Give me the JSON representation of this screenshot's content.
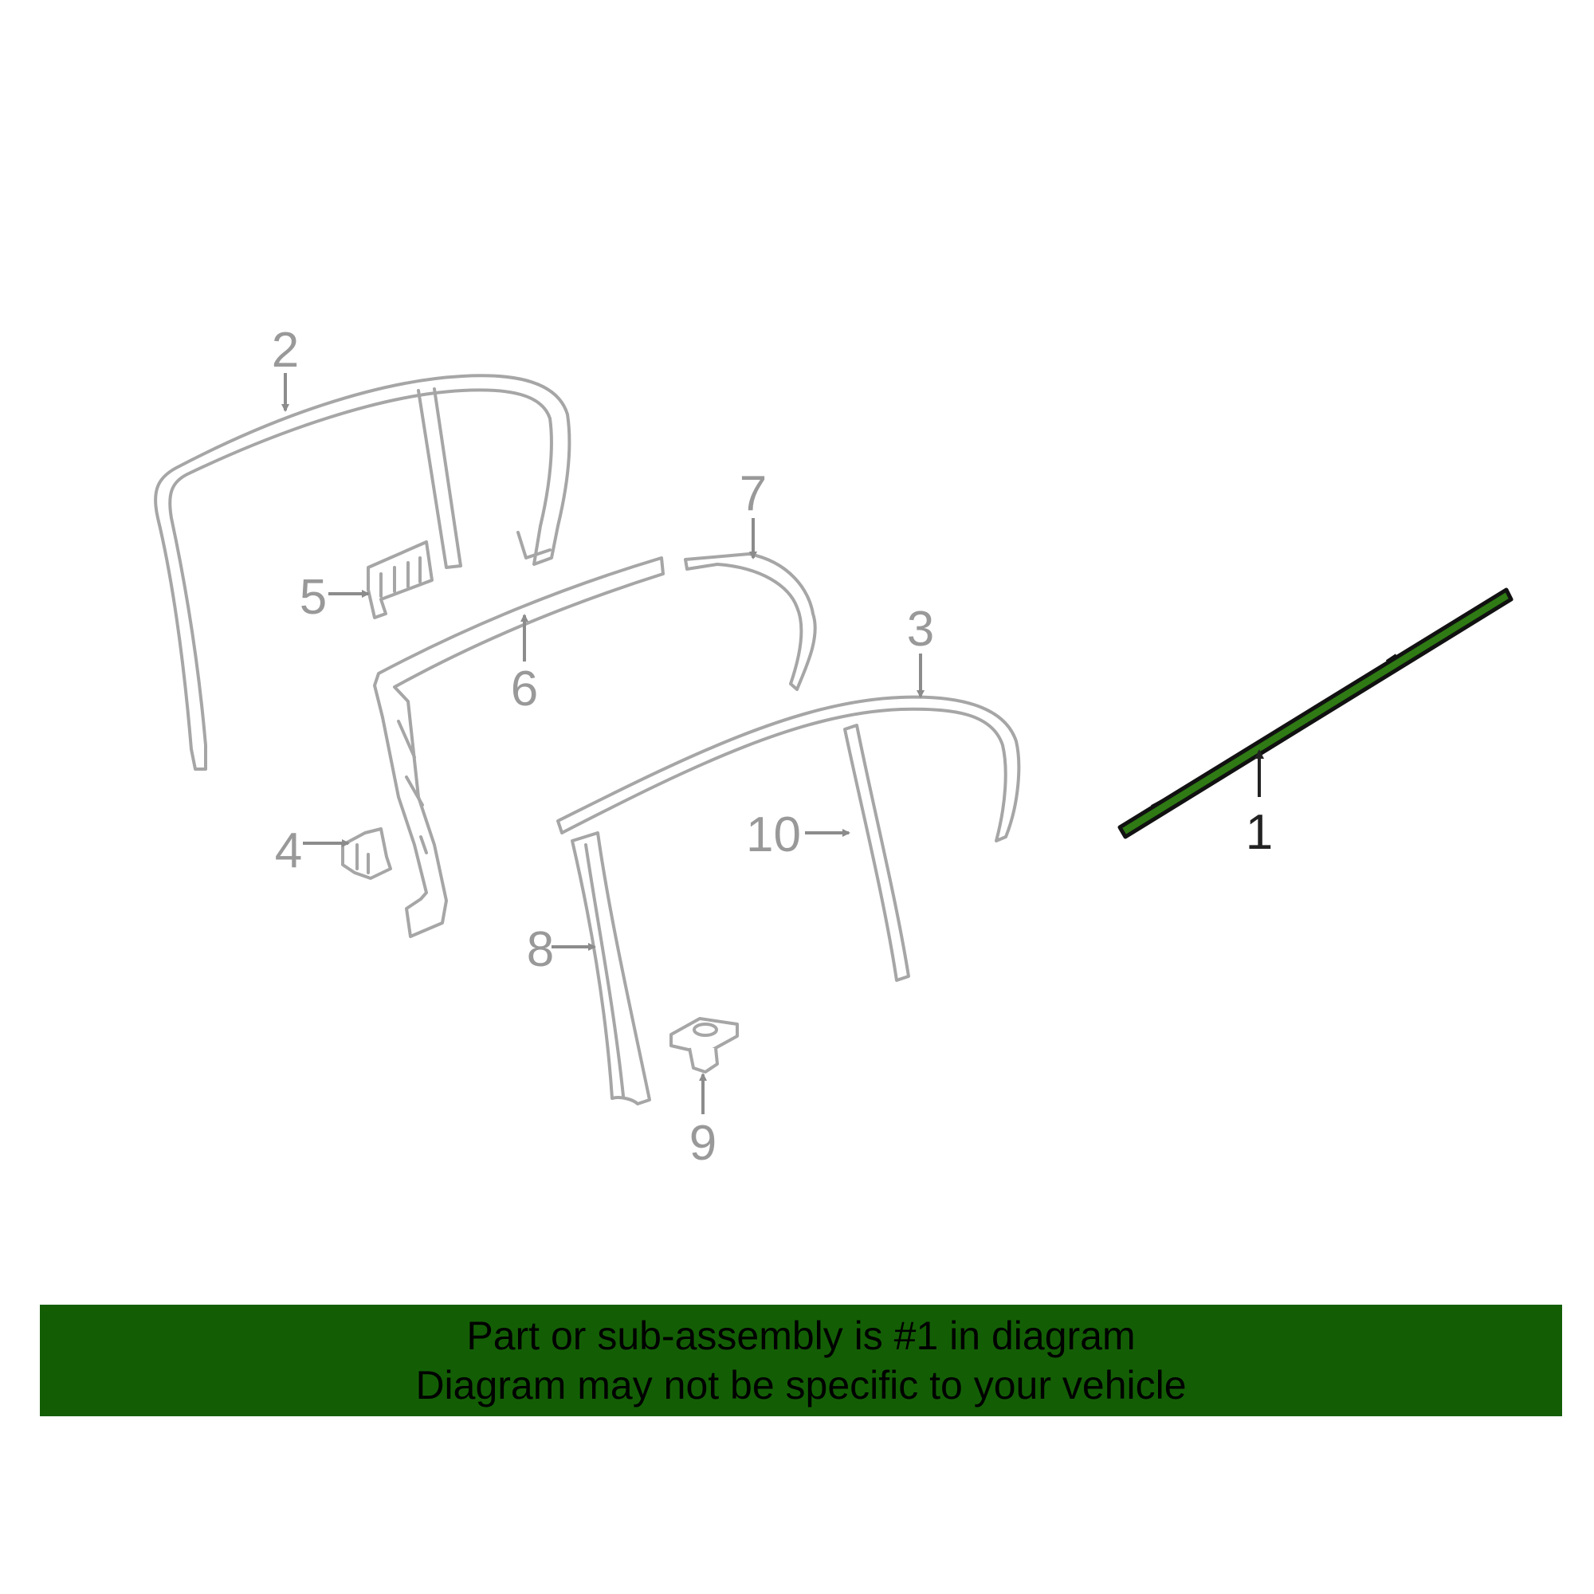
{
  "diagram": {
    "callouts": [
      {
        "id": "1",
        "label": "1",
        "highlighted": true
      },
      {
        "id": "2",
        "label": "2"
      },
      {
        "id": "3",
        "label": "3"
      },
      {
        "id": "4",
        "label": "4"
      },
      {
        "id": "5",
        "label": "5"
      },
      {
        "id": "6",
        "label": "6"
      },
      {
        "id": "7",
        "label": "7"
      },
      {
        "id": "8",
        "label": "8"
      },
      {
        "id": "9",
        "label": "9"
      },
      {
        "id": "10",
        "label": "10"
      }
    ],
    "colors": {
      "part_outline": "#a6a6a6",
      "highlight_part": "#2f7a14",
      "highlight_outline": "#111111",
      "banner_bg": "#135e05",
      "banner_text": "#000000"
    }
  },
  "banner": {
    "line1": "Part or sub-assembly is #1 in diagram",
    "line2": "Diagram may not be specific to your vehicle"
  }
}
